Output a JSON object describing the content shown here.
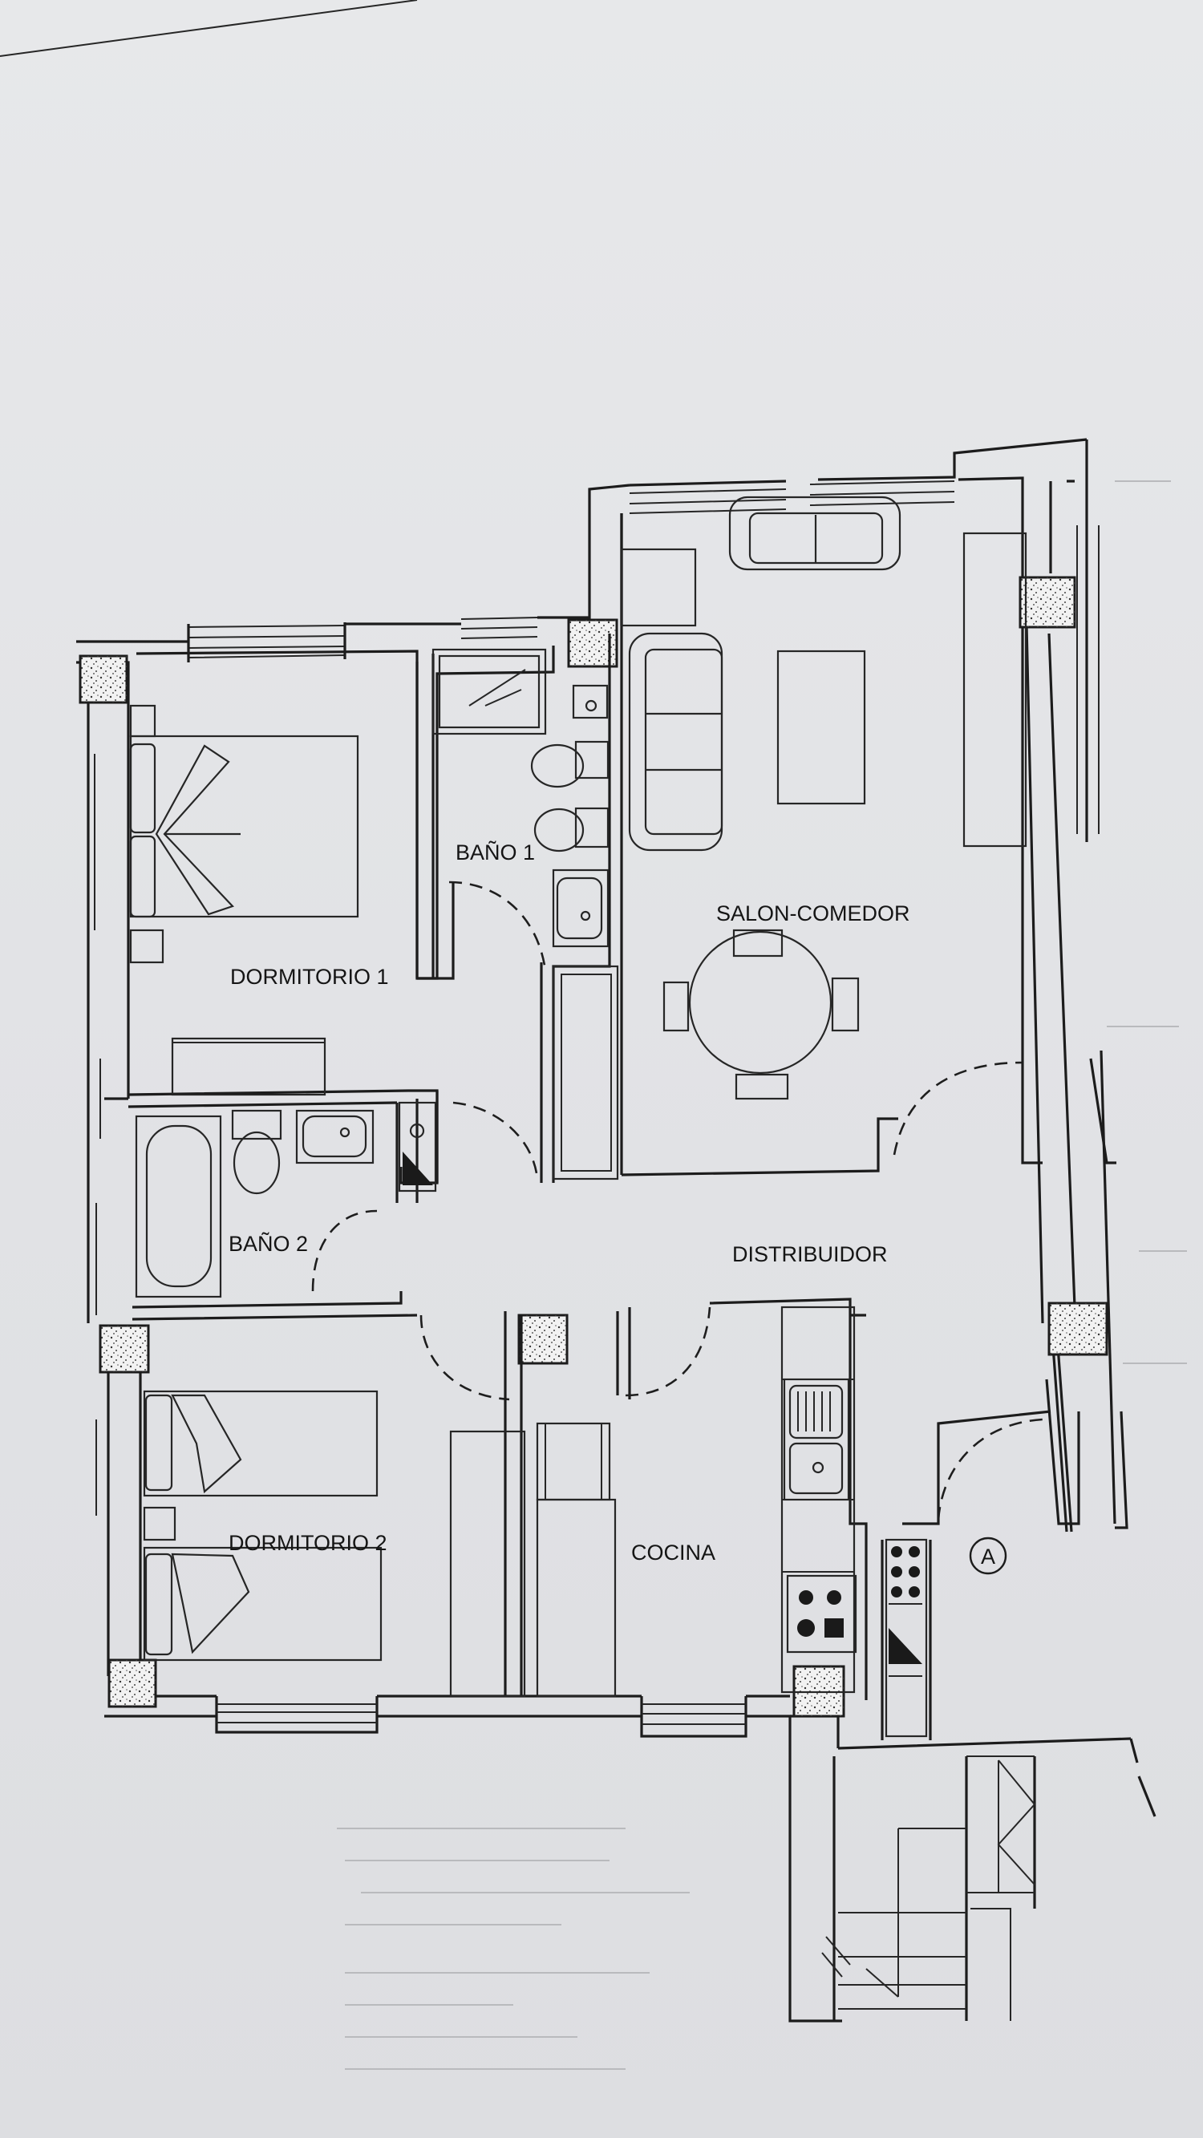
{
  "rooms": {
    "dormitorio1": "DORMITORIO 1",
    "bano1": "BAÑO 1",
    "salon": "SALON-COMEDOR",
    "bano2": "BAÑO 2",
    "distribuidor": "DISTRIBUIDOR",
    "dormitorio2": "DORMITORIO 2",
    "cocina": "COCINA"
  },
  "entrance_marker": "A"
}
